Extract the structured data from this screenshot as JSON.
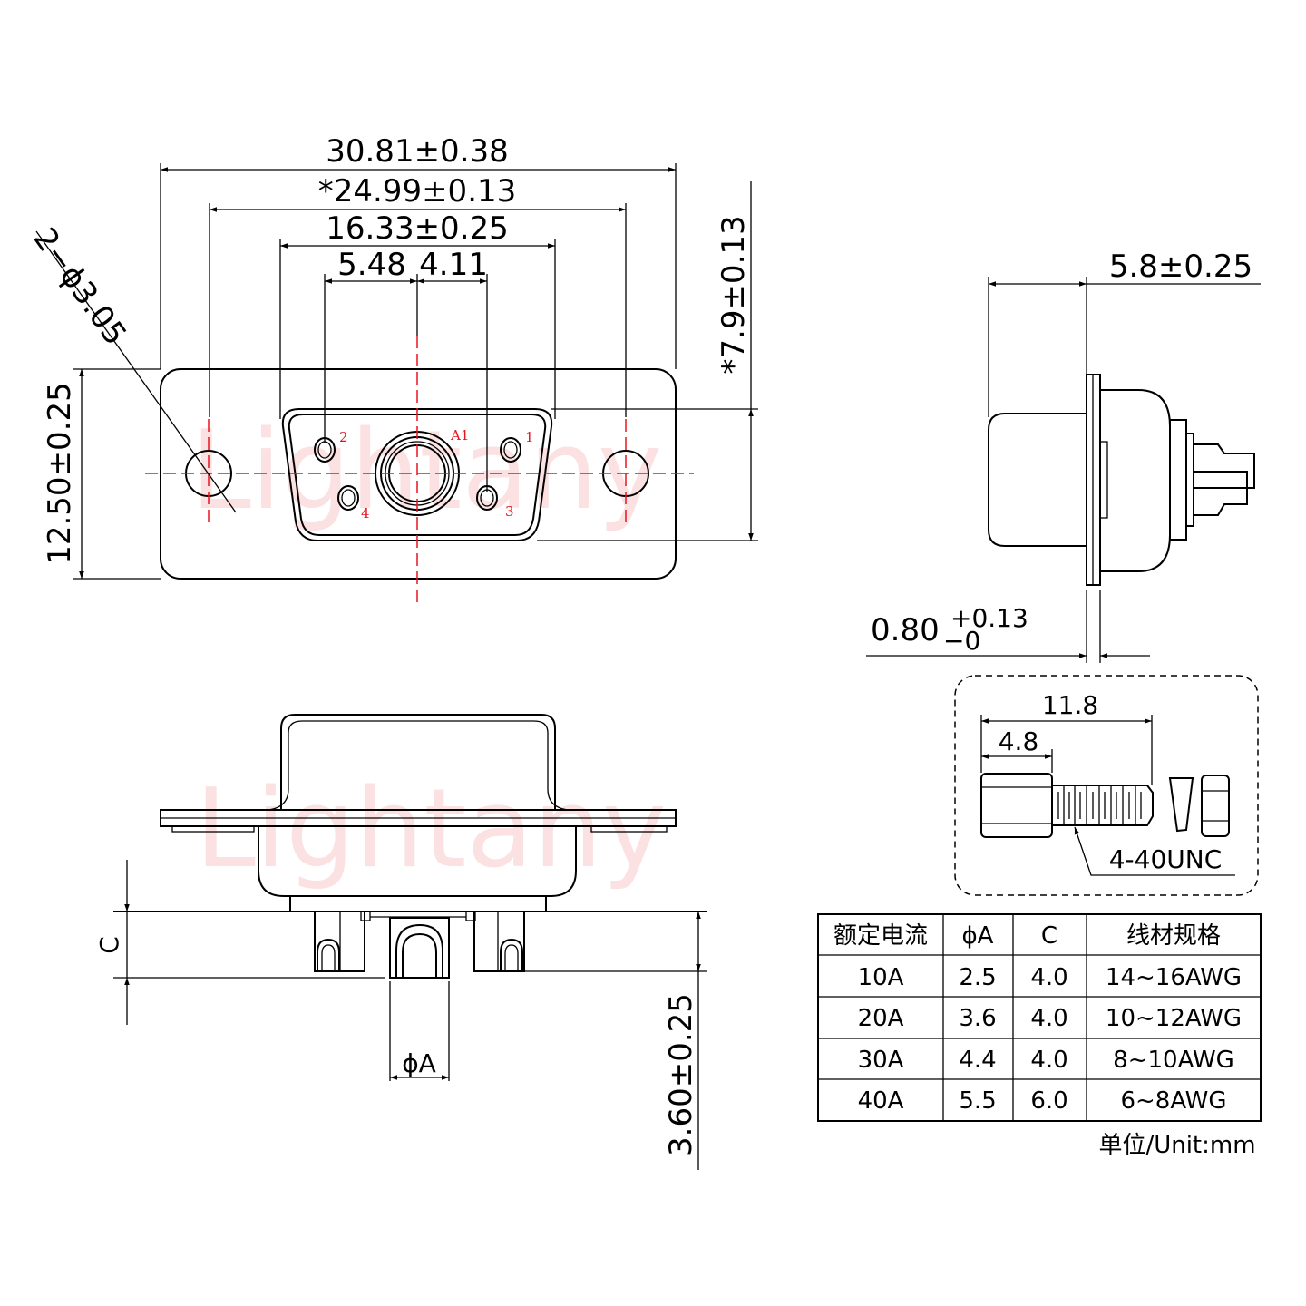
{
  "watermark": "Lightany",
  "front_view": {
    "dim_overall_width": "30.81±0.38",
    "dim_mount_pitch": "*24.99±0.13",
    "dim_shell_width": "16.33±0.25",
    "dim_pin_left": "5.48",
    "dim_pin_right": "4.11",
    "dim_mount_hole": "2−ϕ3.05",
    "dim_flange_height": "12.50±0.25",
    "dim_shell_height": "*7.9±0.13",
    "pin_labels": {
      "p1": "1",
      "p2": "2",
      "p3": "3",
      "p4": "4",
      "a1": "A1"
    }
  },
  "side_view": {
    "dim_shell_depth": "5.8±0.25",
    "dim_flange_thickness": "0.80",
    "dim_tol_plus": "+0.13",
    "dim_tol_minus": "−0"
  },
  "screw_detail": {
    "dim_length": "11.8",
    "dim_head": "4.8",
    "thread_label": "4-40UNC"
  },
  "bottom_view": {
    "dim_c": "C",
    "dim_phi_a": "ϕA",
    "dim_pin_length": "3.60±0.25"
  },
  "spec_table": {
    "headers": [
      "额定电流",
      "ϕA",
      "C",
      "线材规格"
    ],
    "rows": [
      [
        "10A",
        "2.5",
        "4.0",
        "14~16AWG"
      ],
      [
        "20A",
        "3.6",
        "4.0",
        "10~12AWG"
      ],
      [
        "30A",
        "4.4",
        "4.0",
        "8~10AWG"
      ],
      [
        "40A",
        "5.5",
        "6.0",
        "6~8AWG"
      ]
    ],
    "unit_note": "单位/Unit:mm"
  },
  "colors": {
    "line": "#000000",
    "centerline": "#e8141c",
    "watermark": "#fbe1e1"
  }
}
